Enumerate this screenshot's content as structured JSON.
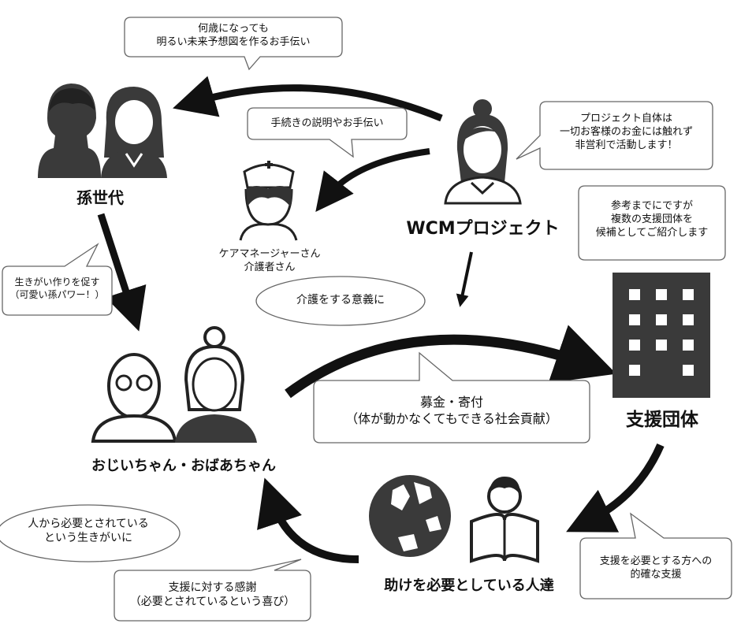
{
  "nodes": {
    "grandchildren": "孫世代",
    "wcm": "WCMプロジェクト",
    "caregiver": "ケアマネージャーさん\n介護者さん",
    "grandparents": "おじいちゃん・おばあちゃん",
    "support_org": "支援団体",
    "people_in_need": "助けを必要としている人達"
  },
  "bubbles": {
    "future": "何歳になっても\n明るい未来予想図を作るお手伝い",
    "procedure": "手続きの説明やお手伝い",
    "project_note": "プロジェクト自体は\n一切お客様のお金には触れず\n非営利で活動します！",
    "reference": "参考までにですが\n複数の支援団体を\n候補としてご紹介します",
    "ikigai": "生きがい作りを促す\n（可愛い孫パワー！）",
    "care_meaning": "介護をする意義に",
    "donation": "募金・寄付\n（体が動かなくてもできる社会貢献）",
    "needed_life": "人から必要とされている\nという生きがいに",
    "gratitude": "支援に対する感謝\n（必要とされているという喜び）",
    "accurate_support": "支援を必要とする方への\n的確な支援"
  },
  "colors": {
    "line": "#111111",
    "icon_dark": "#3a3a3a",
    "icon_mid": "#555555",
    "bubble_border": "#666666"
  },
  "icons": [
    "student-boy-icon",
    "student-girl-icon",
    "nurse-icon",
    "woman-staff-icon",
    "building-icon",
    "grandfather-icon",
    "grandmother-icon",
    "globe-icon",
    "reading-person-icon"
  ]
}
